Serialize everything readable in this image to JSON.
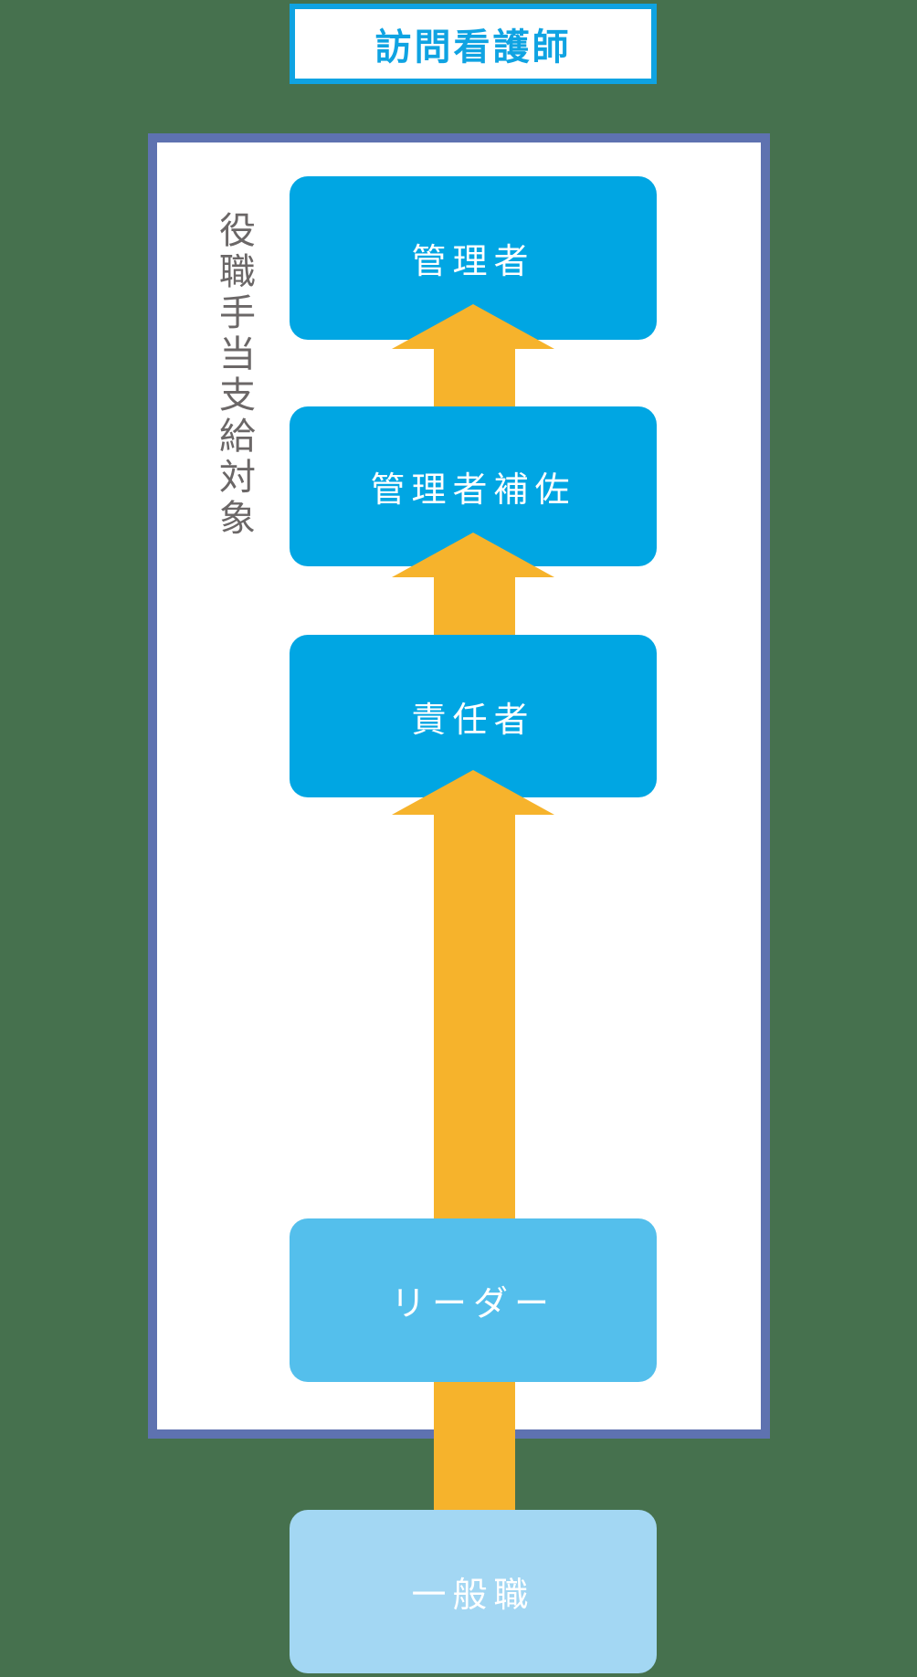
{
  "figure": {
    "background_color": "#46714E",
    "description_visible_structure": "career ladder with five levels connected by upward arrows"
  },
  "title_box": {
    "label": "訪問看護師",
    "text_color": "#0FA3E2",
    "border_color": "#0FA3E2",
    "background_color": "#FFFFFF"
  },
  "allowance_frame": {
    "side_label": "役職手当支給対象",
    "side_label_color": "#6B6767",
    "border_color": "#5E72B0",
    "background_color": "#FFFFFF"
  },
  "ladder": {
    "direction": "bottom-to-top",
    "arrow_color": "#F6B32C",
    "levels": [
      {
        "rank": 5,
        "label": "管理者",
        "box_color": "#00A6E3",
        "text_color": "#FFFFFF",
        "inside_allowance_frame": true
      },
      {
        "rank": 4,
        "label": "管理者補佐",
        "box_color": "#00A6E3",
        "text_color": "#FFFFFF",
        "inside_allowance_frame": true
      },
      {
        "rank": 3,
        "label": "責任者",
        "box_color": "#00A6E3",
        "text_color": "#FFFFFF",
        "inside_allowance_frame": true
      },
      {
        "rank": 2,
        "label": "リーダー",
        "box_color": "#54BFEC",
        "text_color": "#FFFFFF",
        "inside_allowance_frame": true
      },
      {
        "rank": 1,
        "label": "一般職",
        "box_color": "#A3D7F3",
        "text_color": "#FFFFFF",
        "inside_allowance_frame": false
      }
    ]
  }
}
